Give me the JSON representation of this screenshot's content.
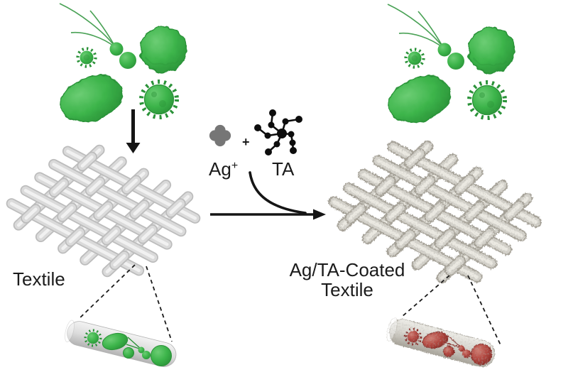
{
  "figure": {
    "labels": {
      "textile": "Textile",
      "coated_line1": "Ag/TA-Coated",
      "coated_line2": "Textile",
      "silver": "Ag",
      "silver_charge": "+",
      "plus": "+",
      "ta": "TA"
    },
    "icons": {
      "contaminants": [
        "small-virus-icon",
        "flagellated-bacterium-icon",
        "round-cell-icon",
        "oval-cell-icon",
        "coronavirus-icon"
      ],
      "reagents": [
        "silver-ion-quatrefoil-icon",
        "ta-molecule-node-graph-icon"
      ],
      "arrows": [
        "down-arrow-icon",
        "reaction-arrow-icon"
      ],
      "callouts": [
        "dashed-magnifier-lines-left",
        "dashed-magnifier-lines-right"
      ],
      "insets": [
        "fiber-with-live-microbes",
        "fiber-with-dead-microbes"
      ]
    }
  },
  "colors": {
    "ink": "#1b1b1b",
    "arrow": "#151515",
    "live": "#3cb44a",
    "live_light": "#6ccd74",
    "live_dark": "#2a9238",
    "dead": "#b2463f",
    "dead_light": "#d07f74",
    "dead_dark": "#872b25",
    "silver": "#767676",
    "molecule": "#0d0d0d",
    "thread_outline": "#bcbcbc",
    "thread": "#dadada",
    "thread_light": "#f1f1f1",
    "coated_outline": "#a6a298",
    "coated": "#d4d2cb",
    "coated_light": "#ebe9e2",
    "fiber_light": "#f3f3f3",
    "fiber": "#dcdcdc",
    "fiber_dark": "#b3b3b3",
    "fiber_c_light": "#edece7",
    "fiber_c": "#d6d4cd",
    "fiber_c_dark": "#a7a399"
  }
}
